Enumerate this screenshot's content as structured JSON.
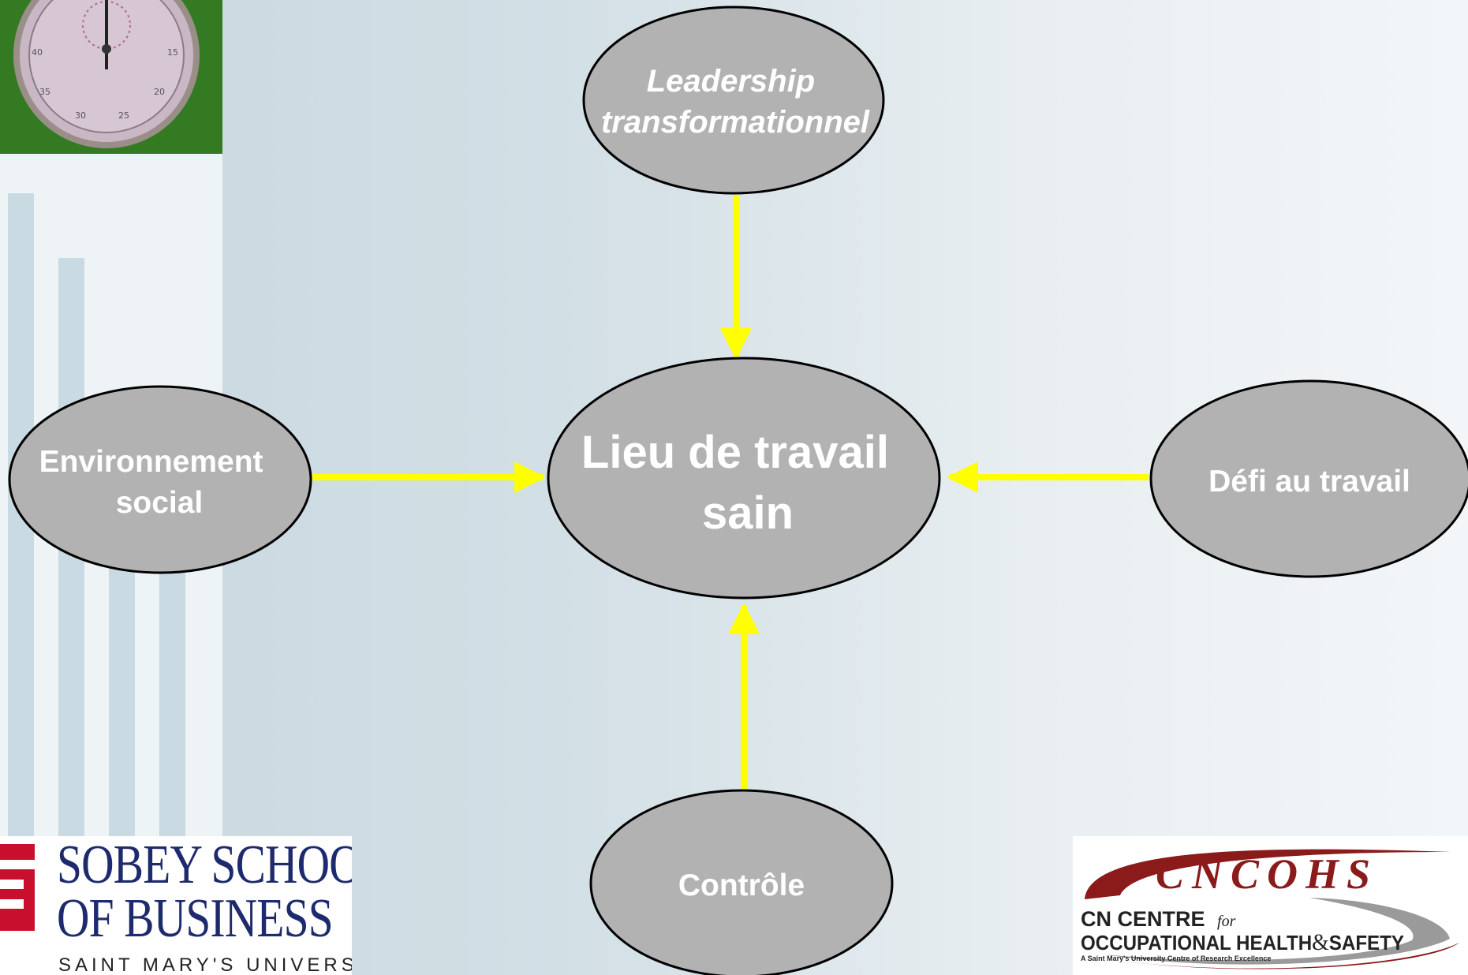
{
  "colors": {
    "node_fill": "#b2b2b2",
    "node_stroke": "#000000",
    "arrow": "#ffff00",
    "label": "#ffffff",
    "sobey_navy": "#1e2a6e",
    "sobey_red": "#c8102e",
    "cncohs_red": "#8b1a1a"
  },
  "diagram": {
    "center": {
      "lines": [
        "Lieu de travail",
        "sain"
      ]
    },
    "top": {
      "lines": [
        "Leadership",
        "transformationnel"
      ],
      "italic": true
    },
    "left": {
      "lines": [
        "Environnement",
        "social"
      ]
    },
    "right": {
      "lines": [
        "Défi au travail"
      ]
    },
    "bottom": {
      "lines": [
        "Contrôle"
      ]
    }
  },
  "sobey_logo": {
    "line1": "SOBEY SCHOOL",
    "line2": "OF BUSINESS",
    "line3": "SAINT MARY'S UNIVERSITY"
  },
  "cncohs_logo": {
    "acronym": "CNCOHS",
    "line1a": "CN CENTRE",
    "line1b": "for",
    "line2a": "OCCUPATIONAL HEALTH",
    "line2b": "&",
    "line2c": "SAFETY",
    "tagline": "A Saint Mary's University Centre of Research Excellence"
  }
}
